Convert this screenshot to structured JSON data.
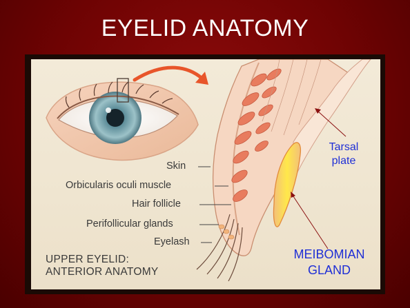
{
  "title": "EYELID ANATOMY",
  "illustration_labels": {
    "skin": "Skin",
    "orbicularis": "Orbicularis oculi muscle",
    "hair_follicle": "Hair follicle",
    "perifollicular": "Perifollicular glands",
    "eyelash": "Eyelash"
  },
  "caption": {
    "line1": "UPPER EYELID:",
    "line2": "ANTERIOR ANATOMY"
  },
  "annotations": {
    "tarsal_line1": "Tarsal",
    "tarsal_line2": "plate",
    "meibomian_line1": "MEIBOMIAN",
    "meibomian_line2": "GLAND"
  },
  "colors": {
    "background": "#7a0606",
    "annotation_text": "#1f2fd6",
    "annotation_arrow": "#8a1010",
    "pointer_arrow": "#e8552a"
  }
}
